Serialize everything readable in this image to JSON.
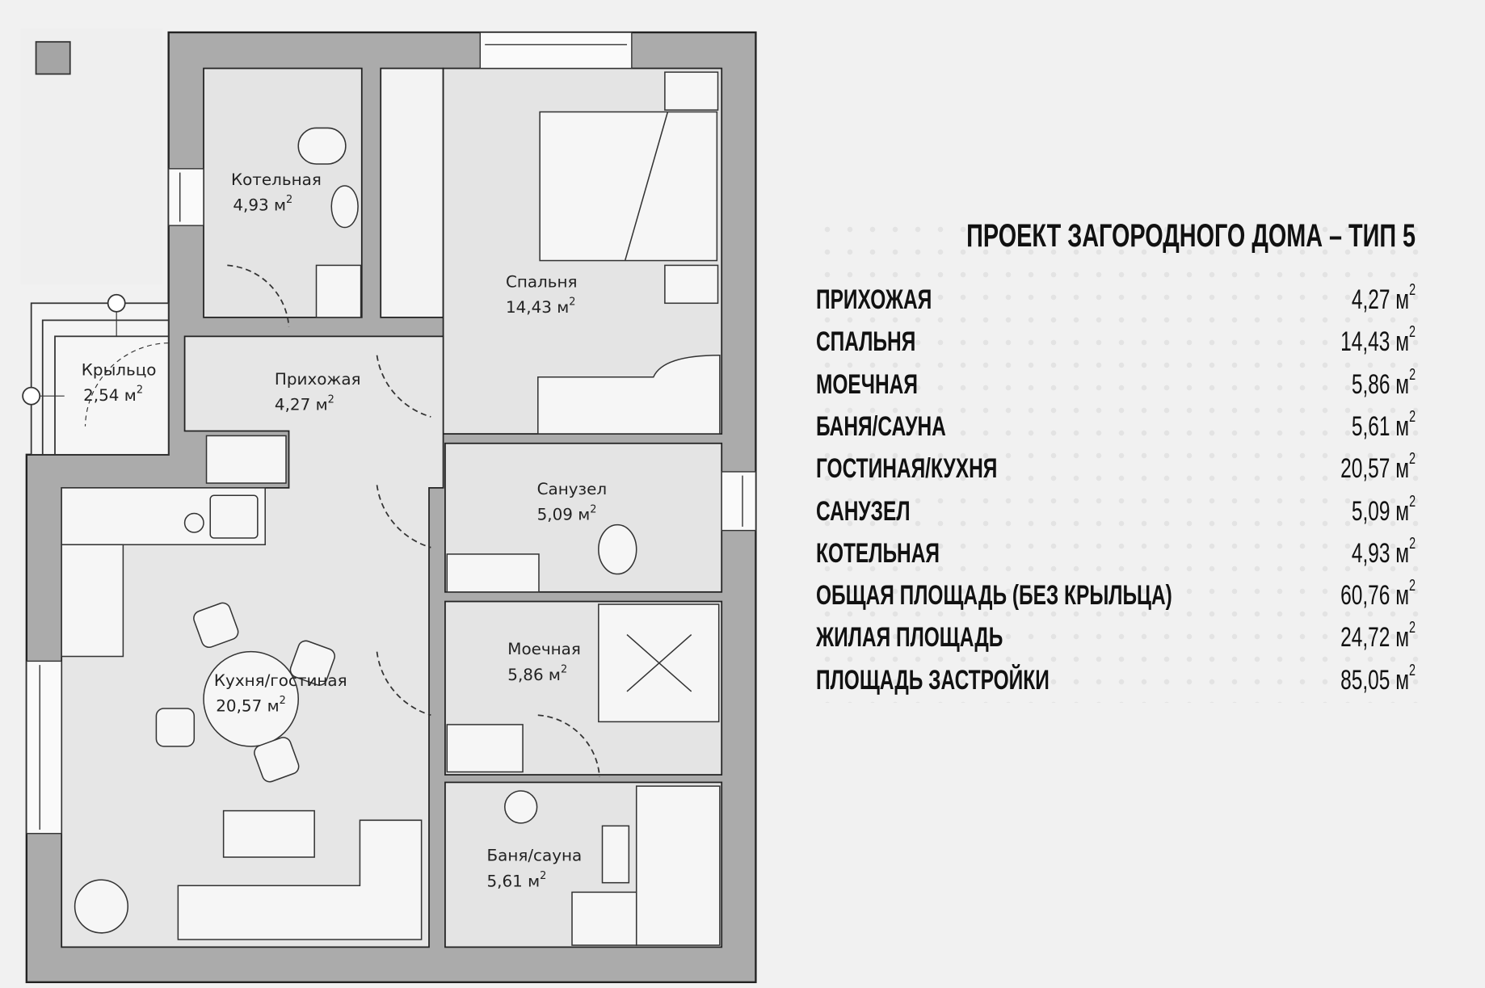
{
  "title": "ПРОЕКТ ЗАГОРОДНОГО ДОМА – ТИП 5",
  "unit": "м",
  "unit_power": "2",
  "summary": [
    {
      "label": "ПРИХОЖАЯ",
      "value": "4,27"
    },
    {
      "label": "СПАЛЬНЯ",
      "value": "14,43"
    },
    {
      "label": "МОЕЧНАЯ",
      "value": "5,86"
    },
    {
      "label": "БАНЯ/САУНА",
      "value": "5,61"
    },
    {
      "label": "ГОСТИНАЯ/КУХНЯ",
      "value": "20,57"
    },
    {
      "label": "САНУЗЕЛ",
      "value": "5,09"
    },
    {
      "label": "КОТЕЛЬНАЯ",
      "value": "4,93"
    },
    {
      "label": "ОБЩАЯ ПЛОЩАДЬ (БЕЗ КРЫЛЬЦА)",
      "value": "60,76"
    },
    {
      "label": "ЖИЛАЯ ПЛОЩАДЬ",
      "value": "24,72"
    },
    {
      "label": "ПЛОЩАДЬ ЗАСТРОЙКИ",
      "value": "85,05"
    }
  ],
  "rooms": {
    "boiler": {
      "name": "Котельная",
      "area": "4,93 м"
    },
    "bedroom": {
      "name": "Спальня",
      "area": "14,43 м"
    },
    "porch": {
      "name": "Крыльцо",
      "area": "2,54 м"
    },
    "hall": {
      "name": "Прихожая",
      "area": "4,27 м"
    },
    "bathroom": {
      "name": "Санузел",
      "area": "5,09 м"
    },
    "washroom": {
      "name": "Моечная",
      "area": "5,86 м"
    },
    "kitchen": {
      "name": "Кухня/гостиная",
      "area": "20,57 м"
    },
    "sauna": {
      "name": "Баня/сауна",
      "area": "5,61 м"
    }
  },
  "colors": {
    "wall": "#ababab",
    "floor": "#e4e4e4",
    "text": "#111111"
  }
}
